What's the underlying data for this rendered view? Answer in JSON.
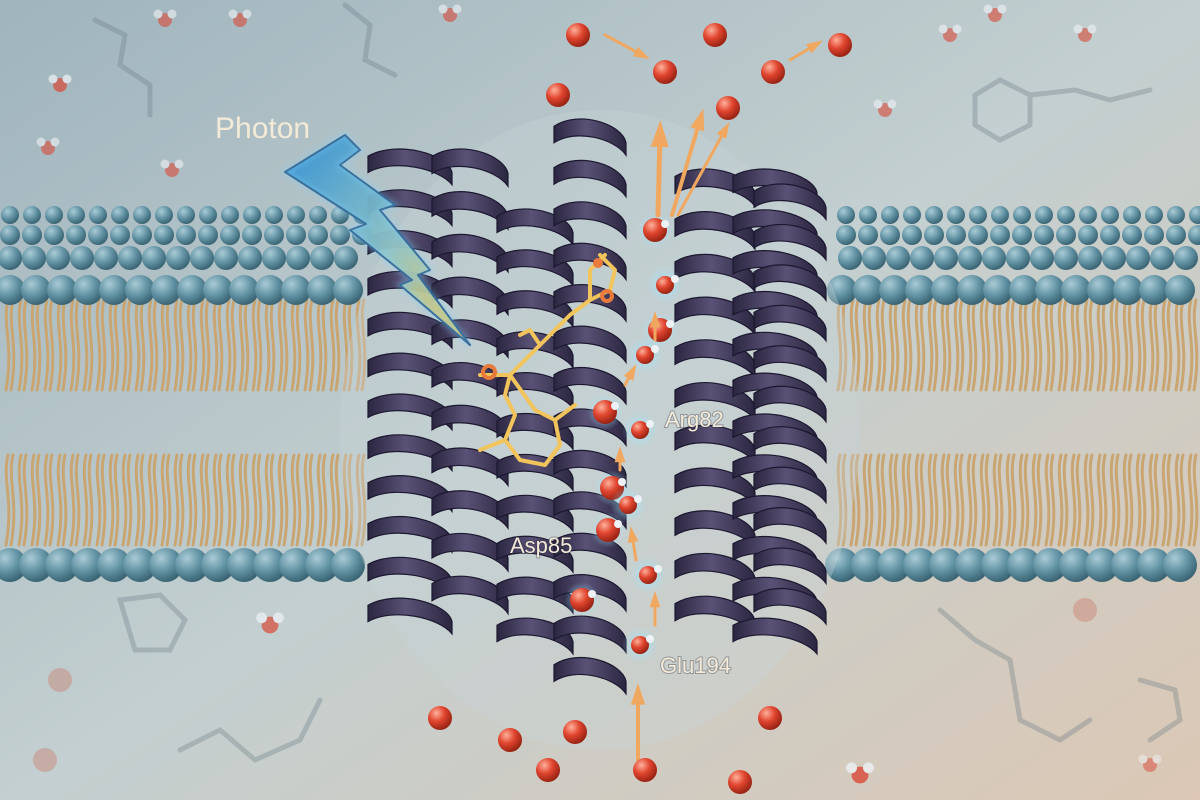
{
  "labels": {
    "photon": "Photon",
    "arg": "Arg82",
    "asp": "Asp85",
    "glu": "Glu194"
  },
  "colors": {
    "background_top": "#aebfc6",
    "background_bottom": "#d9c8b8",
    "lipid_head": "#5e8fa0",
    "lipid_tail": "#c9a572",
    "helix": "#3d3754",
    "retinal": "#f2c45c",
    "proton": "#e0452f",
    "arrow": "#f0a860",
    "water_oxygen": "#d94a38",
    "water_hydrogen": "#eef2f5",
    "label_text": "#f3ead8",
    "photon_bolt_top": "#3a9ed8",
    "photon_bolt_bottom": "#f5c84a"
  },
  "icons": [
    "lightning-bolt-icon",
    "proton-sphere-icon",
    "water-molecule-icon",
    "flow-arrow-icon"
  ]
}
